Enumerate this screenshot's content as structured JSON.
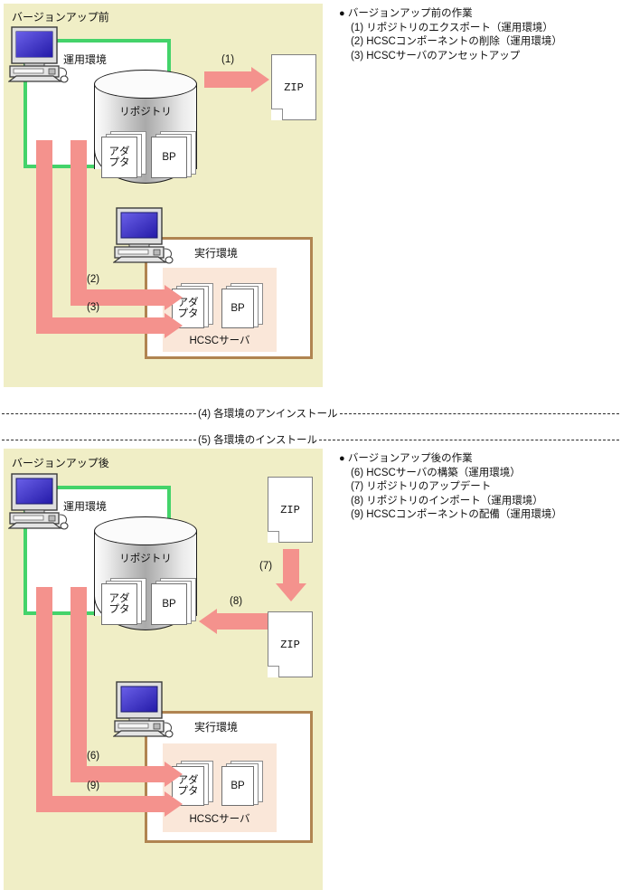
{
  "before": {
    "panel_title": "バージョンアップ前",
    "operating_env_label": "運用環境",
    "repository_label": "リポジトリ",
    "adapter_label": "アダ\nプタ",
    "adapter_line1": "アダ",
    "adapter_line2": "プタ",
    "bp_label": "BP",
    "zip_label": "ZIP",
    "exec_env_label": "実行環境",
    "hcsc_server_label": "HCSCサーバ",
    "step1": "(1)",
    "step2": "(2)",
    "step3": "(3)"
  },
  "after": {
    "panel_title": "バージョンアップ後",
    "operating_env_label": "運用環境",
    "repository_label": "リポジトリ",
    "adapter_line1": "アダ",
    "adapter_line2": "プタ",
    "bp_label": "BP",
    "zip_label_top": "ZIP",
    "zip_label_bottom": "ZIP",
    "exec_env_label": "実行環境",
    "hcsc_server_label": "HCSCサーバ",
    "step6": "(6)",
    "step7": "(7)",
    "step8": "(8)",
    "step9": "(9)"
  },
  "separators": [
    {
      "text": "(4) 各環境のアンインストール"
    },
    {
      "text": "(5) 各環境のインストール "
    }
  ],
  "legend_before": {
    "bullet": "●",
    "heading": "バージョンアップ前の作業",
    "items": [
      "(1) リポジトリのエクスポート（運用環境）",
      "(2) HCSCコンポーネントの削除（運用環境）",
      "(3) HCSCサーバのアンセットアップ"
    ]
  },
  "legend_after": {
    "bullet": "●",
    "heading": "バージョンアップ後の作業",
    "items": [
      "(6) HCSCサーバの構築（運用環境）",
      "(7) リポジトリのアップデート",
      "(8) リポジトリのインポート（運用環境）",
      "(9) HCSCコンポーネントの配備（運用環境）"
    ]
  },
  "colors": {
    "panel_bg": "#f0eec6",
    "green_border": "#44d36a",
    "pink_arrow": "#f4928d",
    "brown_border": "#b08451",
    "hcsc_bg": "#fae7d9",
    "screen_blue": "#3a2fd0"
  }
}
